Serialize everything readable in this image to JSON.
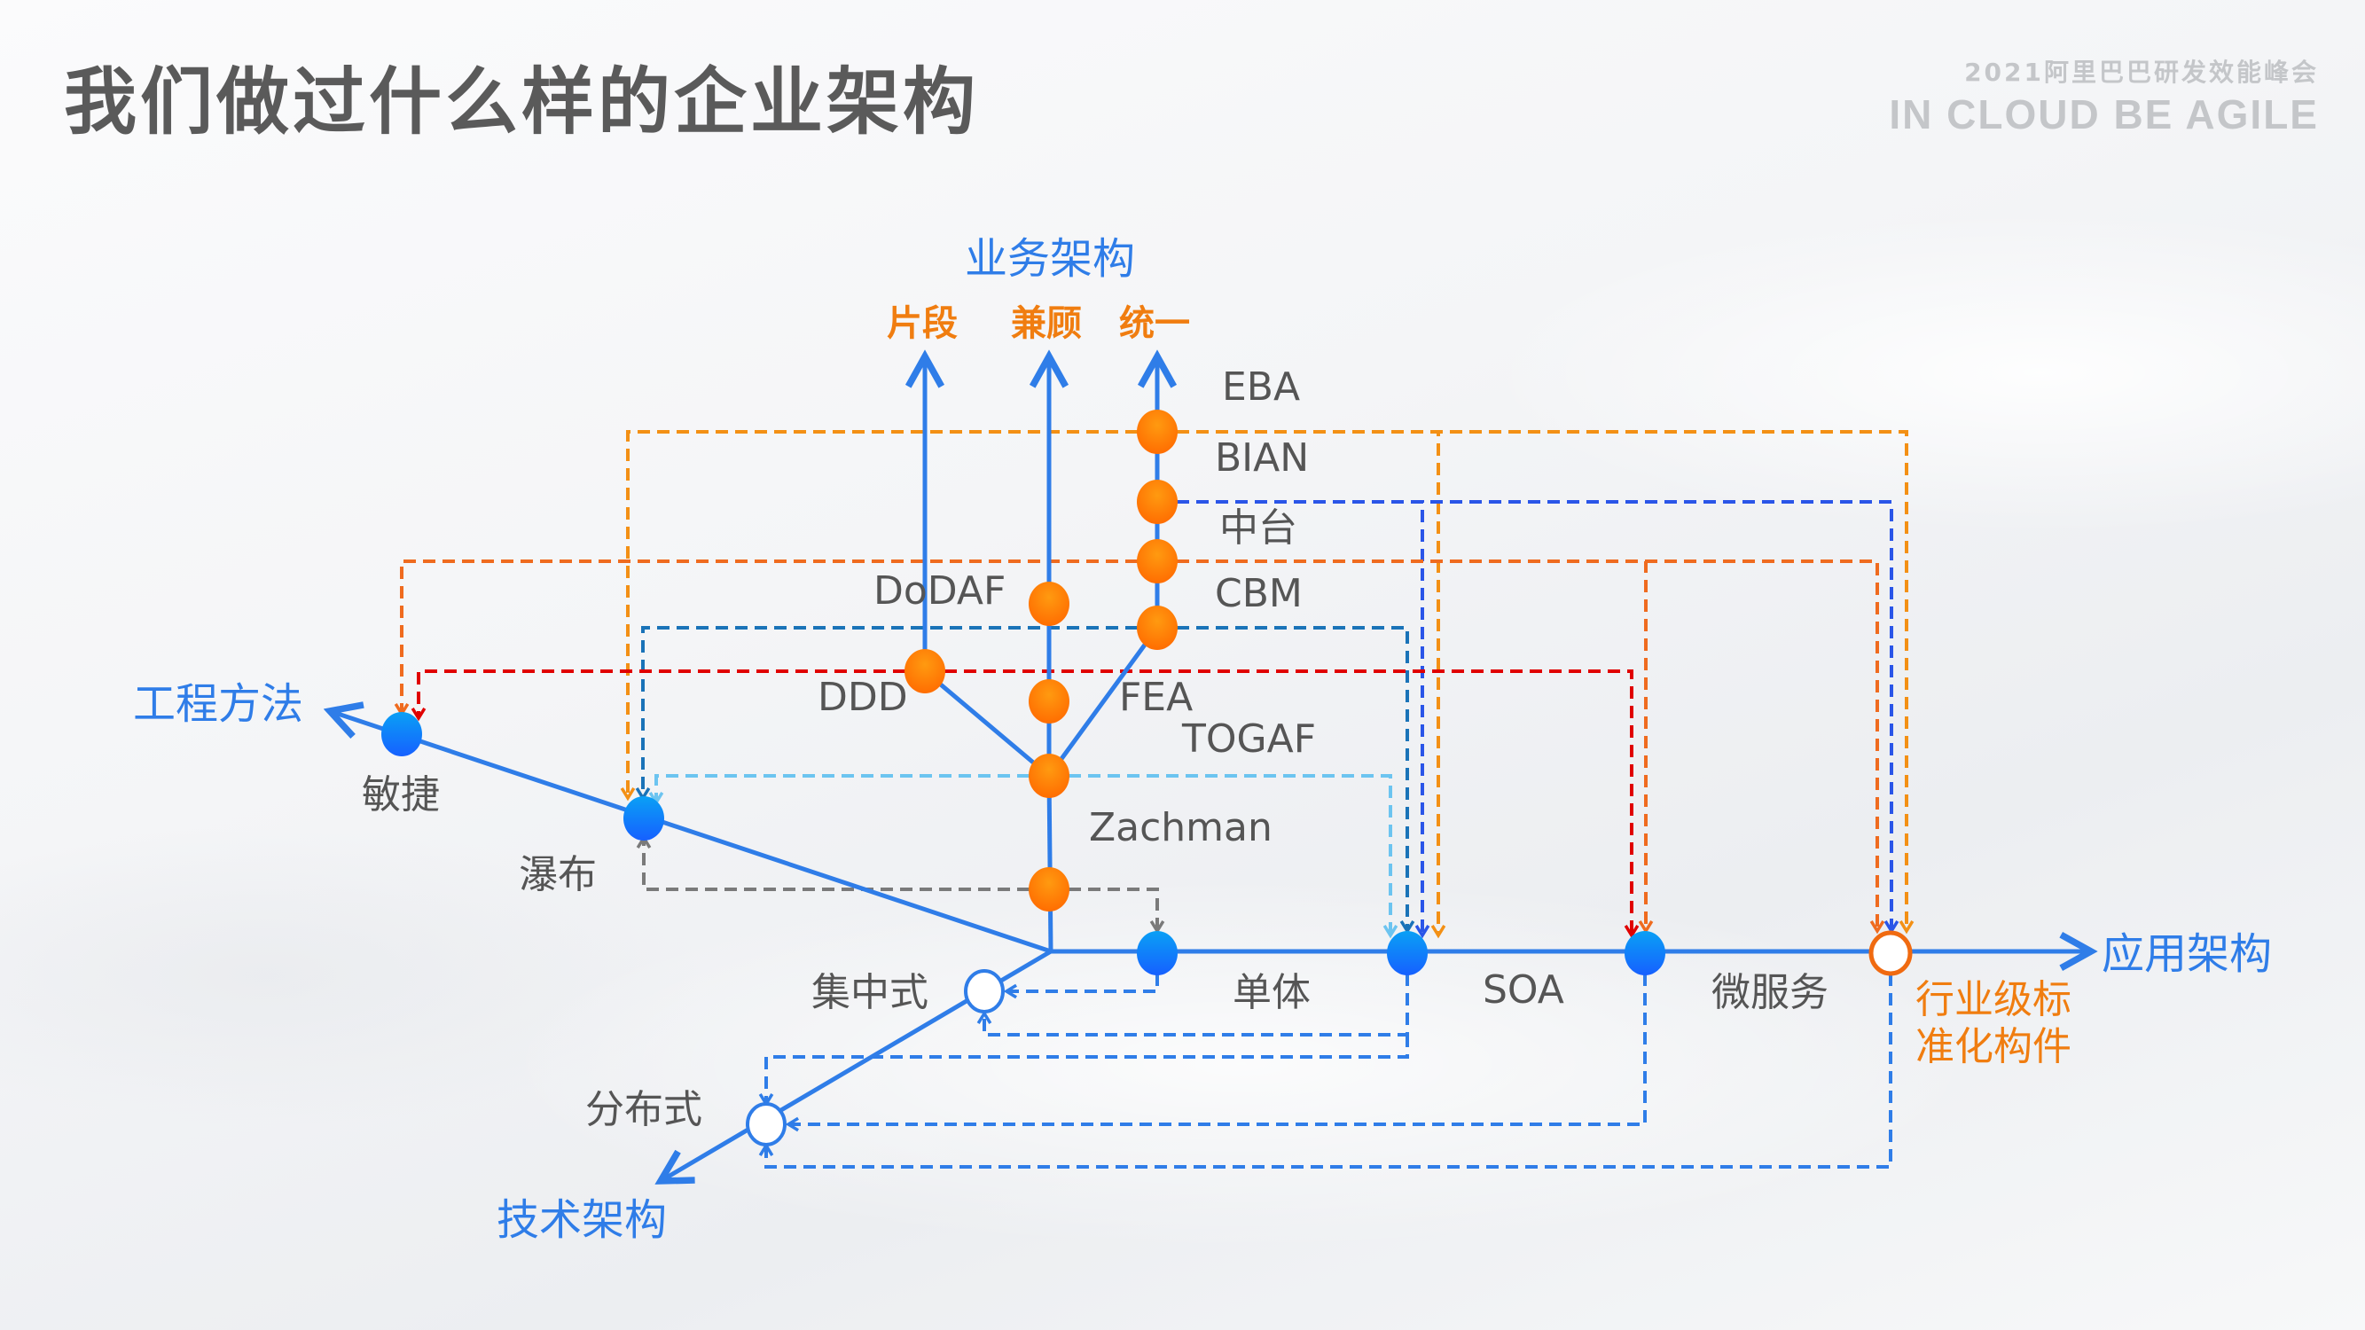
{
  "slide": {
    "title": "我们做过什么样的企业架构",
    "brand_line1": "2021阿里巴巴研发效能峰会",
    "brand_line2": "IN CLOUD BE AGILE"
  },
  "axes": {
    "business": "业务架构",
    "engineering": "工程方法",
    "application": "应用架构",
    "technology": "技术架构"
  },
  "business_branches": [
    "片段",
    "兼顾",
    "统一"
  ],
  "frameworks": {
    "eba": "EBA",
    "bian": "BIAN",
    "zhongtai": "中台",
    "cbm": "CBM",
    "dodaf": "DoDAF",
    "ddd": "DDD",
    "fea": "FEA",
    "togaf": "TOGAF",
    "zachman": "Zachman"
  },
  "engineering_methods": [
    "敏捷",
    "瀑布"
  ],
  "application_styles": [
    "单体",
    "SOA",
    "微服务"
  ],
  "industry_component": "行业级标\n准化构件",
  "industry_component_lines": [
    "行业级标",
    "准化构件"
  ],
  "technology_styles": [
    "集中式",
    "分布式"
  ],
  "colors": {
    "axis_blue": "#2f7de8",
    "node_orange": "#ff8a00",
    "node_blue": "#1a8cff",
    "link_orange": "#f39015",
    "link_dark_orange": "#ef6b1f",
    "link_blue": "#2a55e8",
    "link_teal": "#1a73b8",
    "link_red": "#e00000",
    "link_light_blue": "#6cc4f0",
    "link_gray": "#7a7a7a",
    "link_tech_blue": "#2f7de8",
    "text_gray": "#555555",
    "label_orange": "#f07d10"
  }
}
